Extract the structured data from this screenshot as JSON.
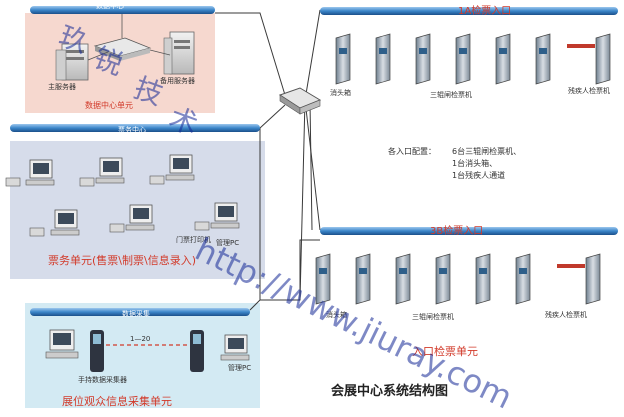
{
  "colors": {
    "bus": "#3b86c9",
    "bus_dark": "#1b4f8a",
    "panel_top": "#f6d8cf",
    "panel_ticket": "#d6dcea",
    "panel_collect": "#d3eaf3",
    "accent_red": "#d23a2a",
    "watermark": "#1e3ca0"
  },
  "labels": {
    "data_center_bus": "数据中心",
    "main_server": "主服务器",
    "backup_server": "备用服务器",
    "data_center_unit": "数据中心单元",
    "ticket_center_bus": "票务中心",
    "printer_label": "门票打印机",
    "manage_pc_ticket": "管理PC",
    "ticket_unit": "票务单元(售票\\制票\\信息录入)",
    "data_collect_bus": "数据采集",
    "count_range": "1—20",
    "handheld_label": "手持数据采集器",
    "manage_pc_collect": "管理PC",
    "collect_unit": "展位观众信息采集单元",
    "entrance_1a": "1A检票入口",
    "entrance_3b": "3B检票入口",
    "fire_head_top": "消头箱",
    "tripod_gate_top": "三辊闸检票机",
    "disabled_gate_top": "残疾人检票机",
    "fire_head_bottom": "消头箱",
    "tripod_gate_bottom": "三辊闸检票机",
    "disabled_gate_bottom": "残疾人检票机",
    "config_title": "各入口配置：",
    "config_line1": "6台三辊闸检票机、",
    "config_line2": "1台消头箱、",
    "config_line3": "1台残疾人通道",
    "entrance_unit": "入口检票单元",
    "diagram_title": "会展中心系统结构图"
  },
  "watermark": {
    "text1": "玖",
    "text2": "锐",
    "text3": "技",
    "text4": "术",
    "url": "http://www.jiuray.com"
  }
}
